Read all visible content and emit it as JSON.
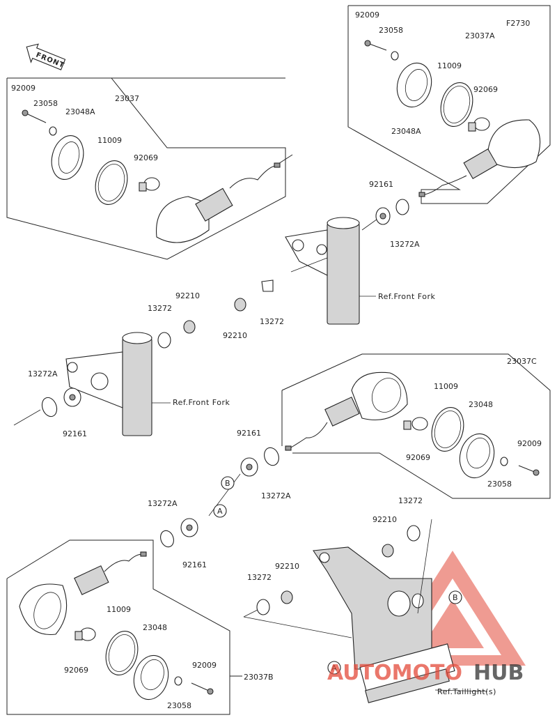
{
  "figure_code": "F2730",
  "front_label": "FRONT",
  "callouts": {
    "A": "A",
    "B": "B"
  },
  "labels": {
    "tl_92009": "92009",
    "tl_23058": "23058",
    "tl_23048A": "23048A",
    "tl_23037": "23037",
    "tl_11009": "11009",
    "tl_92069": "92069",
    "tr_92009": "92009",
    "tr_23058": "23058",
    "tr_23037A": "23037A",
    "tr_11009": "11009",
    "tr_92069": "92069",
    "tr_23048A": "23048A",
    "ur_92161": "92161",
    "ur_13272A": "13272A",
    "uc_13272": "13272",
    "uc_92210": "92210",
    "ref_fork_upper": "Ref.Front Fork",
    "ml_92210": "92210",
    "ml_13272": "13272",
    "ml_13272A": "13272A",
    "ml_92161": "92161",
    "ref_fork_lower": "Ref.Front Fork",
    "mr_23037C": "23037C",
    "mr_11009": "11009",
    "mr_23048": "23048",
    "mr_92069": "92069",
    "mr_92009": "92009",
    "mr_23058": "23058",
    "mc_92161": "92161",
    "mc_13272A": "13272A",
    "lc_13272A": "13272A",
    "lc_92161": "92161",
    "lr_13272": "13272",
    "lr_92210": "92210",
    "lm_13272": "13272",
    "lm_92210": "92210",
    "ll_11009": "11009",
    "ll_23048": "23048",
    "ll_92069": "92069",
    "ll_92009": "92009",
    "ll_23037B": "23037B",
    "ll_23058": "23058",
    "ref_taillight": "Ref.Taillight(s)"
  },
  "watermark": {
    "part1": "AUTOMOTO",
    "part2": "HUB",
    "color_red": "#e34a3a",
    "color_dark": "#333333"
  }
}
